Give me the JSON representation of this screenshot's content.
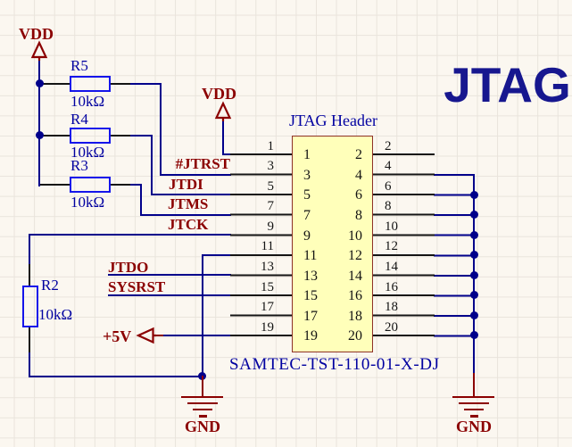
{
  "title": "JTAG",
  "header": {
    "name": "JTAG Header",
    "part_number": "SAMTEC-TST-110-01-X-DJ",
    "pins": {
      "left": [
        "1",
        "3",
        "5",
        "7",
        "9",
        "11",
        "13",
        "15",
        "17",
        "19"
      ],
      "right": [
        "2",
        "4",
        "6",
        "8",
        "10",
        "12",
        "14",
        "16",
        "18",
        "20"
      ]
    }
  },
  "resistors": [
    {
      "ref": "R5",
      "value": "10kΩ"
    },
    {
      "ref": "R4",
      "value": "10kΩ"
    },
    {
      "ref": "R3",
      "value": "10kΩ"
    },
    {
      "ref": "R2",
      "value": "10kΩ"
    }
  ],
  "net_labels": {
    "jtrst": "#JTRST",
    "jtdi": "JTDI",
    "jtms": "JTMS",
    "jtck": "JTCK",
    "jtdo": "JTDO",
    "sysrst": "SYSRST"
  },
  "power": {
    "vdd_left": "VDD",
    "vdd_mid": "VDD",
    "plus5v": "+5V",
    "gnd_left": "GND",
    "gnd_right": "GND"
  },
  "colors": {
    "wire": "#00008B",
    "pin": "#141414",
    "net_label": "#8B0000",
    "component_label": "#0000A0",
    "title": "#17178F",
    "part_fill": "#FFFFBA",
    "part_border": "#8E3228",
    "resistor_outline": "#1414EB",
    "background": "#FBF7F0",
    "grid": "#E9E4DC"
  }
}
